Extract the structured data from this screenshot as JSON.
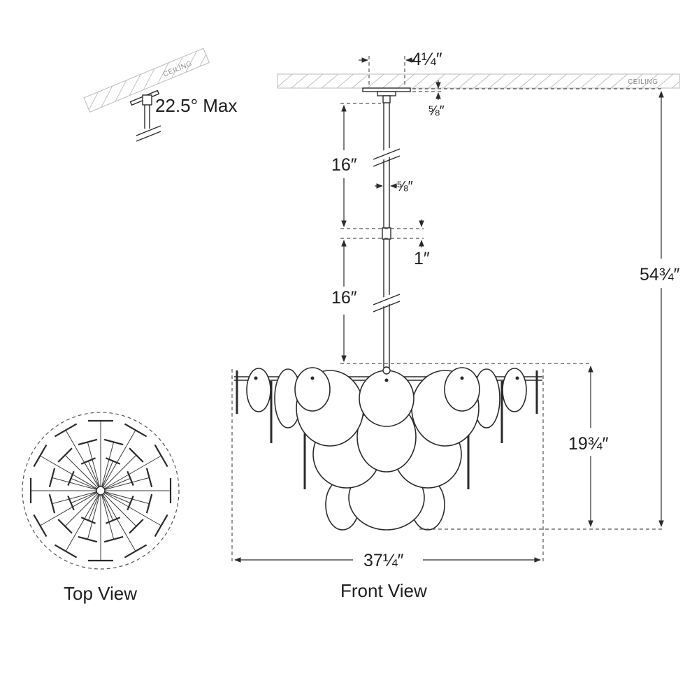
{
  "labels": {
    "ceiling_main": "CEILING",
    "ceiling_slope": "CEILING",
    "angle_max": "22.5° Max",
    "canopy_width": "4¼″",
    "canopy_height": "⅝″",
    "rod_upper": "16″",
    "rod_diameter": "⅝″",
    "rod_coupler": "1″",
    "rod_lower": "16″",
    "overall_height": "54¾″",
    "fixture_height": "19¾″",
    "fixture_width": "37¼″",
    "top_view": "Top View",
    "front_view": "Front View"
  },
  "colors": {
    "line": "#2a2a2a",
    "hatch": "#9a9a9a",
    "text": "#1e1e1e"
  }
}
